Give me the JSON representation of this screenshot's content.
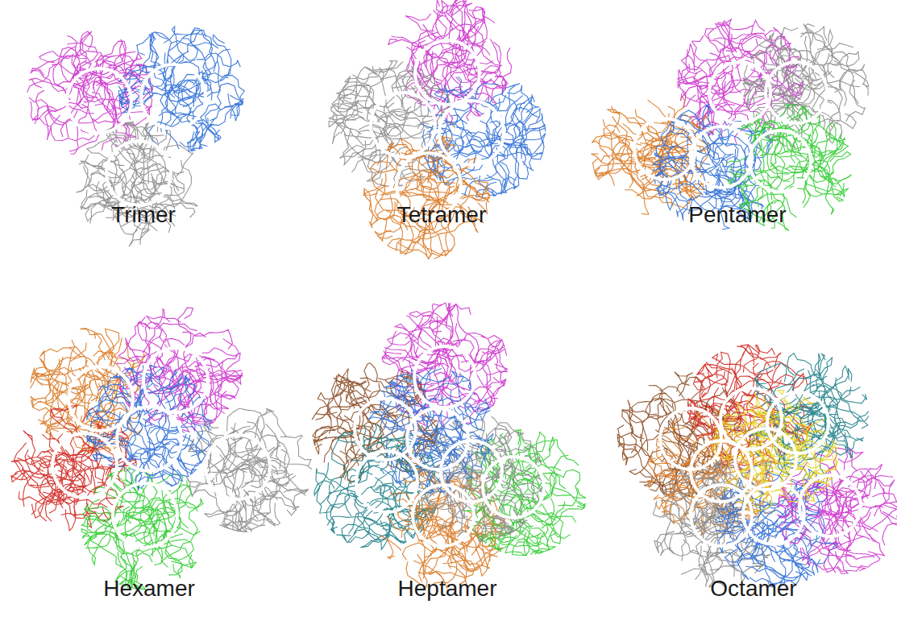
{
  "diagram": {
    "labels": [
      "Trimer",
      "Tetramer",
      "Pentamer",
      "Hexamer",
      "Heptamer",
      "Octamer"
    ]
  }
}
